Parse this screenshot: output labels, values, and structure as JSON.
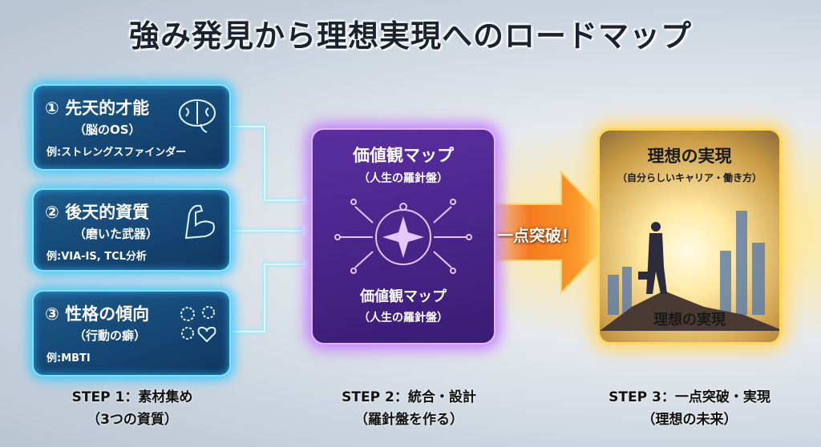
{
  "title": "強み発見から理想実現へのロードマップ",
  "step1": {
    "boxes": [
      {
        "title": "① 先天的才能",
        "sub": "（脳のOS）",
        "example": "例:ストレングスファインダー",
        "icon": "brain-icon"
      },
      {
        "title": "② 後天的資質",
        "sub": "（磨いた武器）",
        "example": "例:VIA-IS, TCL分析",
        "icon": "flexed-arm-icon"
      },
      {
        "title": "③ 性格の傾向",
        "sub": "（行動の癖）",
        "example": "例:MBTI",
        "icon": "gears-heart-icon"
      }
    ],
    "label": "STEP 1：素材集め",
    "sub": "（3つの資質）"
  },
  "step2": {
    "title": "価値観マップ",
    "sub": "（人生の羅針盤）",
    "bottom_title": "価値観マップ",
    "bottom_sub": "（人生の羅針盤）",
    "icon": "compass-icon",
    "label": "STEP 2：統合・設計",
    "label_sub": "（羅針盤を作る）"
  },
  "arrow": {
    "label": "一点突破！",
    "color": "#f07020"
  },
  "step3": {
    "title": "理想の実現",
    "sub": "（自分らしいキャリア・働き方）",
    "bottom_title": "理想の実現",
    "icon": "person-city-icon",
    "label": "STEP 3：一点突破・実現",
    "label_sub": "（理想の未来）"
  },
  "colors": {
    "blue": "#1d5a8c",
    "purple": "#5a2fa0",
    "gold": "#ffd65a"
  }
}
